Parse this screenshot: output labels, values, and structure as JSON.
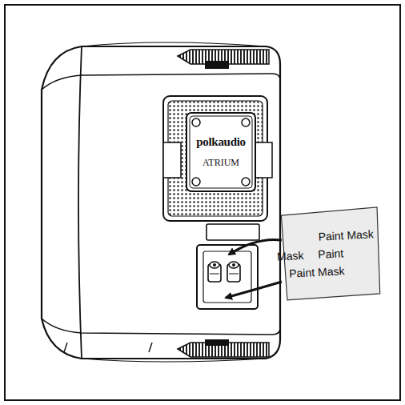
{
  "diagram": {
    "nodes": [
      {
        "text": [
          "polkaudio",
          "ATRIUM"
        ]
      },
      {
        "text": [
          "Paint Mask",
          "Mask Paint",
          "Paint Mask"
        ]
      }
    ]
  }
}
